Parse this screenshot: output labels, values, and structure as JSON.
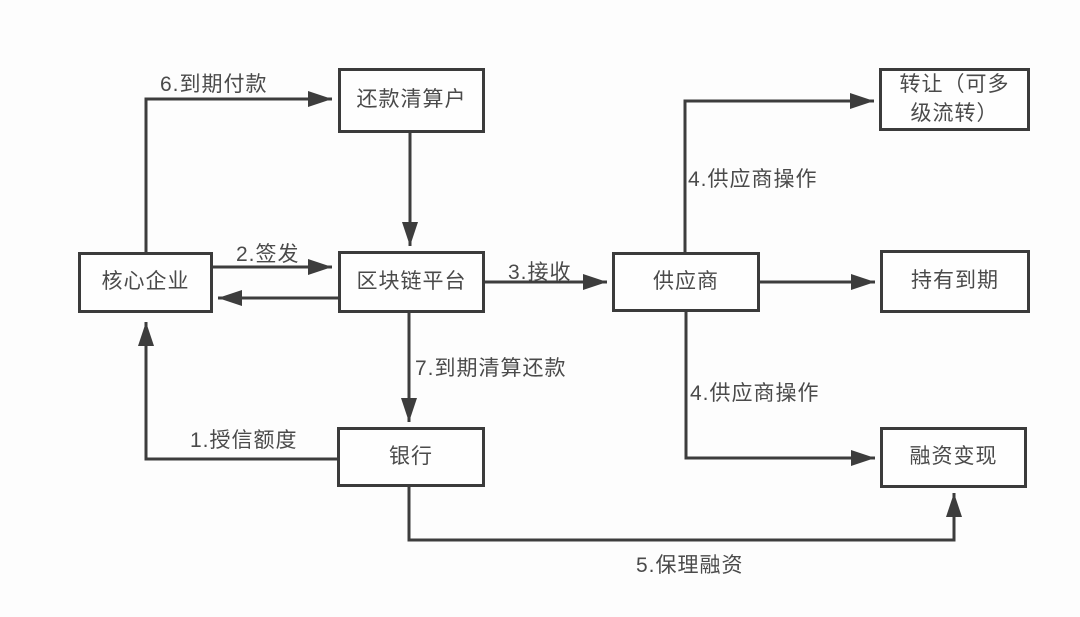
{
  "diagram": {
    "nodes": {
      "core_enterprise": "核心企业",
      "repayment_account": "还款清算户",
      "blockchain_platform": "区块链平台",
      "bank": "银行",
      "supplier": "供应商",
      "transfer": "转让（可多级流转）",
      "hold_to_maturity": "持有到期",
      "financing": "融资变现"
    },
    "edges": {
      "credit_line": "1.授信额度",
      "issue": "2.签发",
      "receive": "3.接收",
      "supplier_action_top": "4.供应商操作",
      "supplier_action_bottom": "4.供应商操作",
      "factoring": "5.保理融资",
      "maturity_payment": "6.到期付款",
      "maturity_clearing": "7.到期清算还款"
    },
    "colors": {
      "line": "#3d3d3d",
      "box_border": "#3b3b3b",
      "text": "#4a4a4a",
      "background": "#fdfdfd"
    }
  }
}
